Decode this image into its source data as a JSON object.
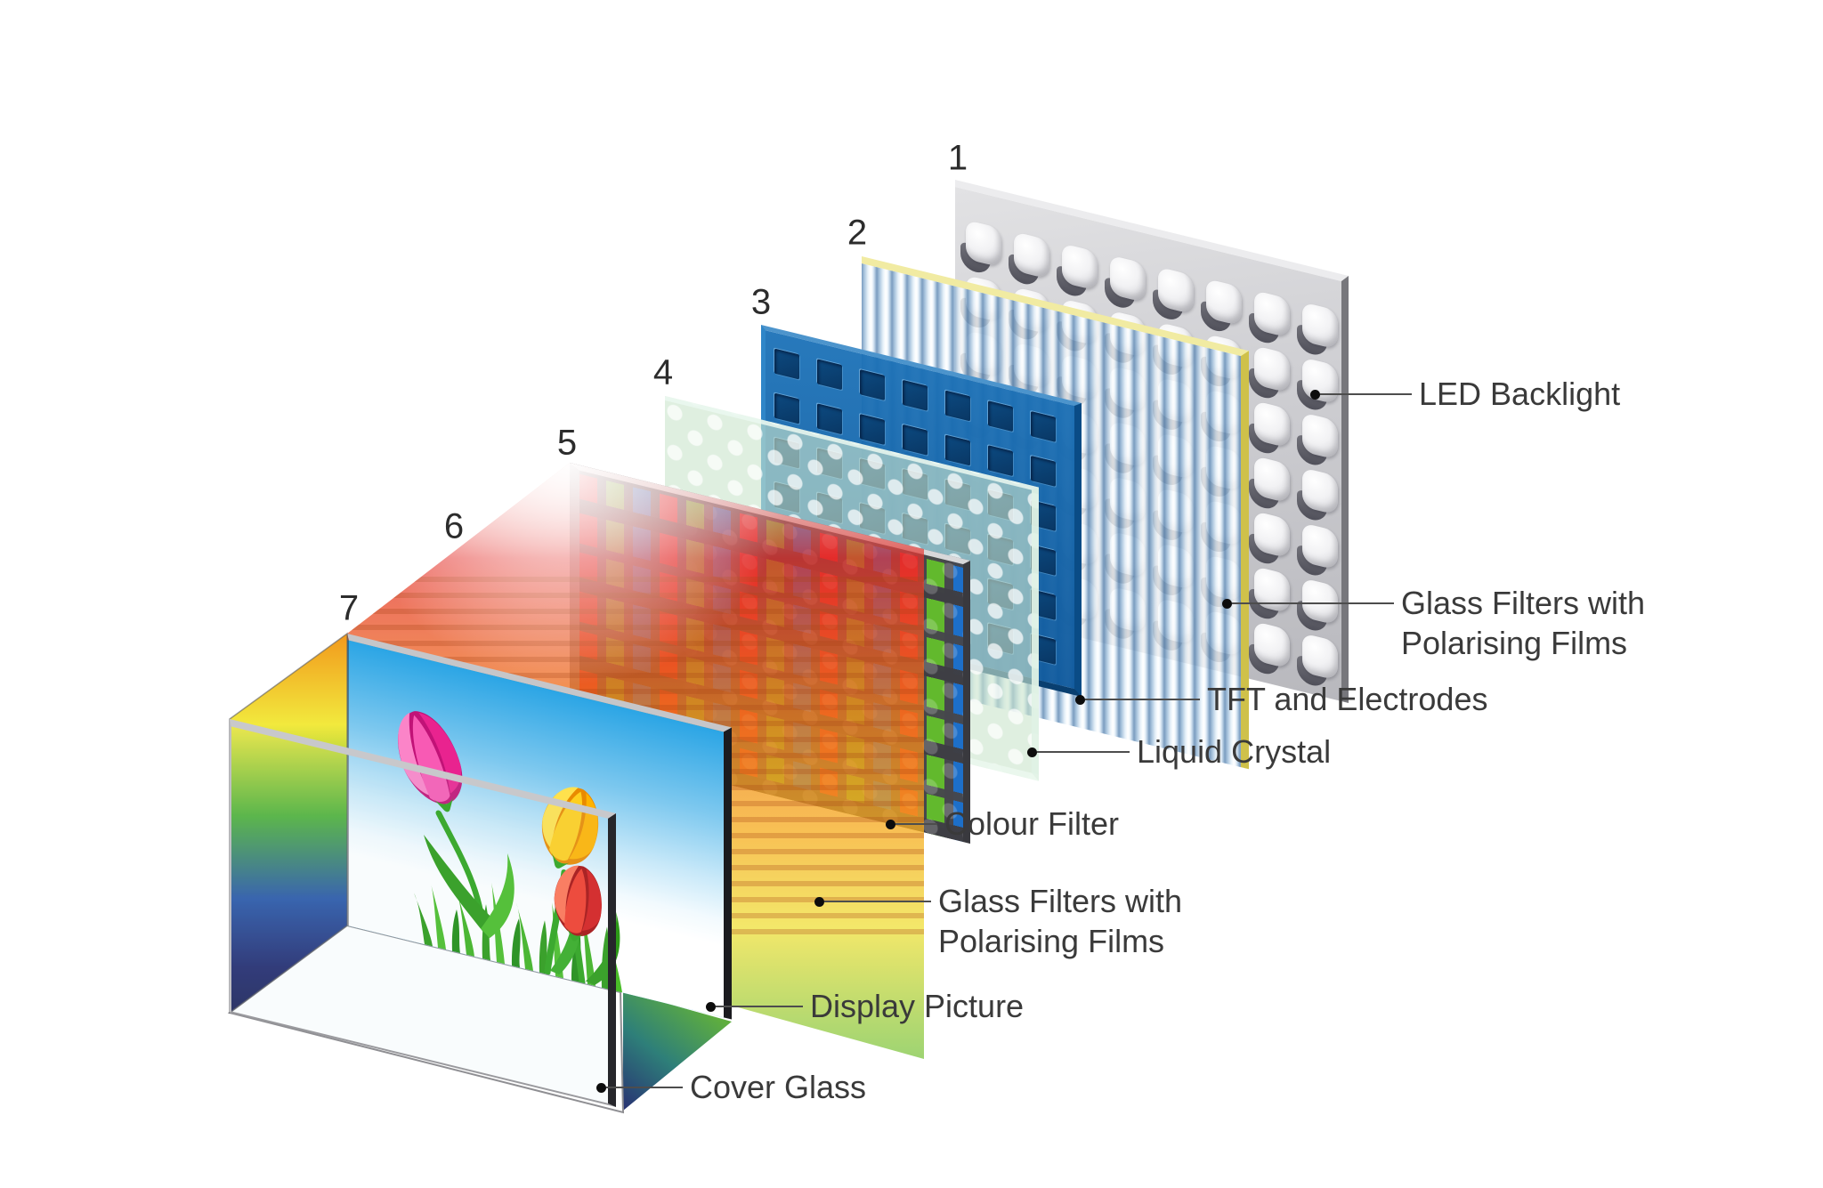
{
  "diagram": {
    "type": "exploded-lcd-display-structure",
    "numbers": [
      "1",
      "2",
      "3",
      "4",
      "5",
      "6",
      "7"
    ],
    "labels": [
      {
        "id": "led-backlight",
        "lines": [
          "LED Backlight"
        ]
      },
      {
        "id": "glass-filters-back",
        "lines": [
          "Glass Filters with",
          "Polarising Films"
        ]
      },
      {
        "id": "tft-electrodes",
        "lines": [
          "TFT and Electrodes"
        ]
      },
      {
        "id": "liquid-crystal",
        "lines": [
          "Liquid Crystal"
        ]
      },
      {
        "id": "colour-filter",
        "lines": [
          "Colour Filter"
        ]
      },
      {
        "id": "glass-filters-front",
        "lines": [
          "Glass Filters with",
          "Polarising Films"
        ]
      },
      {
        "id": "display-picture",
        "lines": [
          "Display Picture"
        ]
      },
      {
        "id": "cover-glass",
        "lines": [
          "Cover Glass"
        ]
      }
    ],
    "layers_back_to_front": [
      {
        "number": "1",
        "name": "LED Backlight"
      },
      {
        "number": "2",
        "name": "Glass Filters with Polarising Films"
      },
      {
        "number": "3",
        "name": "TFT and Electrodes"
      },
      {
        "number": "4",
        "name": "Liquid Crystal"
      },
      {
        "number": "5",
        "name": "Colour Filter"
      },
      {
        "number": "6",
        "name": "Glass Filters with Polarising Films"
      },
      {
        "number": "7",
        "name": "Display Picture and Cover Glass"
      }
    ],
    "colors": {
      "led_board": "#d9d9db",
      "led_dome": "#f2f2f4",
      "led_shadow": "#5f5f66",
      "polarizer_stripe_blue": "#688fb7",
      "polarizer_edge_yellow": "#f1eba2",
      "tft_blue": "#1a70b6",
      "liquid_crystal_green": "#cbe5cd",
      "filter_red": "#e11b22",
      "filter_green": "#62b92d",
      "filter_blue": "#1d6fc9",
      "filter_matrix": "#47474d",
      "film_red": "#e4322d",
      "film_orange": "#f07d1e",
      "film_yellow": "#f0e140",
      "film_green": "#78c33c",
      "sky_blue": "#2ba5e5",
      "tulip_pink": "#e9238f",
      "tulip_yellow": "#ffb300",
      "tulip_red": "#d61c1c",
      "stem_green": "#2da31b",
      "rainbow_side": [
        "#f2991c",
        "#f2e93d",
        "#51b23a",
        "#2a57a8",
        "#1d2258"
      ],
      "label_text": "#3a3a3a",
      "leader_line": "#4d4d4d"
    }
  }
}
